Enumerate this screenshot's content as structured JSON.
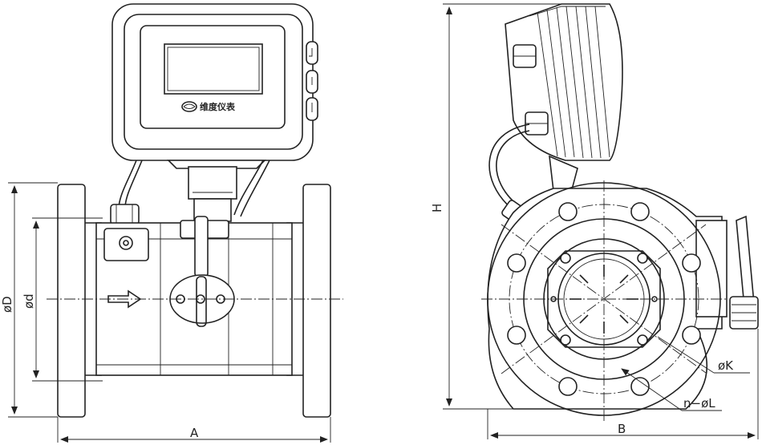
{
  "brand": {
    "text": "维度仪表"
  },
  "dimensions": {
    "A": "A",
    "B": "B",
    "H": "H",
    "outer_dia": "øD",
    "inner_dia": "ød",
    "bolt_circle": "øK",
    "bolt_holes": "n−øL"
  },
  "colors": {
    "line": "#222222",
    "background": "#ffffff"
  }
}
